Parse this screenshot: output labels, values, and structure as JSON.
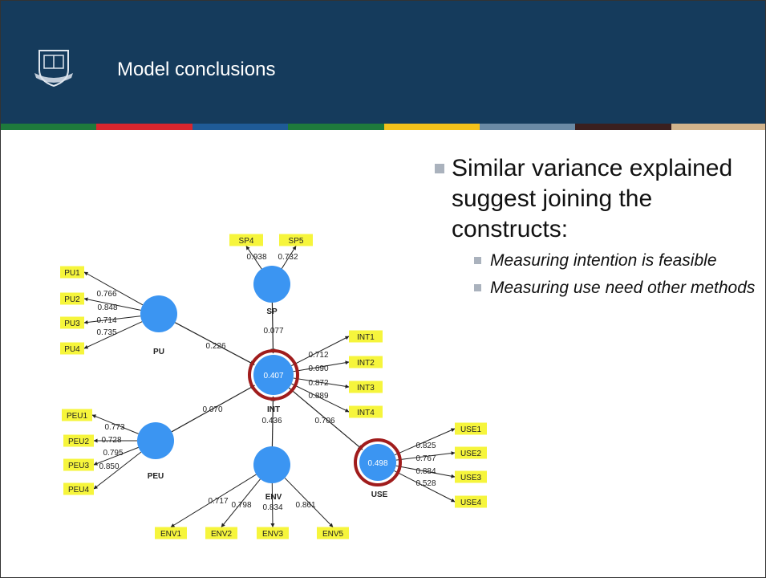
{
  "slide": {
    "title": "Model conclusions",
    "stripe_colors": [
      "#1e7a3c",
      "#d8262e",
      "#1f5b97",
      "#1e7a3c",
      "#f3c21b",
      "#6b8aa5",
      "#3a1f1f",
      "#d2b48c"
    ],
    "header_color": "#153b5c"
  },
  "bullets": {
    "main": "Similar variance explained suggest joining the constructs:",
    "sub": [
      "Measuring intention is feasible",
      "Measuring use need other methods"
    ]
  },
  "diagram": {
    "constructs": {
      "PU": "PU",
      "PEU": "PEU",
      "SP": "SP",
      "INT": "INT",
      "ENV": "ENV",
      "USE": "USE"
    },
    "r_squared": {
      "INT": "0.407",
      "USE": "0.498"
    },
    "indicators": {
      "PU": [
        "PU1",
        "PU2",
        "PU3",
        "PU4"
      ],
      "PEU": [
        "PEU1",
        "PEU2",
        "PEU3",
        "PEU4"
      ],
      "SP": [
        "SP4",
        "SP5"
      ],
      "INT": [
        "INT1",
        "INT2",
        "INT3",
        "INT4"
      ],
      "ENV": [
        "ENV1",
        "ENV2",
        "ENV3",
        "ENV5"
      ],
      "USE": [
        "USE1",
        "USE2",
        "USE3",
        "USE4"
      ]
    },
    "loadings": {
      "PU": [
        "0.766",
        "0.848",
        "0.714",
        "0.735"
      ],
      "PEU": [
        "0.773",
        "0.728",
        "0.795",
        "0.850"
      ],
      "SP": [
        "0.938",
        "0.732"
      ],
      "INT": [
        "0.712",
        "0.690",
        "0.872",
        "0.889"
      ],
      "ENV": [
        "0.717",
        "0.798",
        "0.834",
        "0.861"
      ],
      "USE": [
        "0.825",
        "0.767",
        "0.884",
        "0.528"
      ]
    },
    "paths": {
      "PU_INT": "0.226",
      "PEU_INT": "0.070",
      "SP_INT": "0.077",
      "ENV_INT": "0.436",
      "INT_USE": "0.706"
    },
    "colors": {
      "construct": "#3b95f2",
      "indicator": "#f6f53c",
      "highlight": "#a01c1c"
    }
  }
}
